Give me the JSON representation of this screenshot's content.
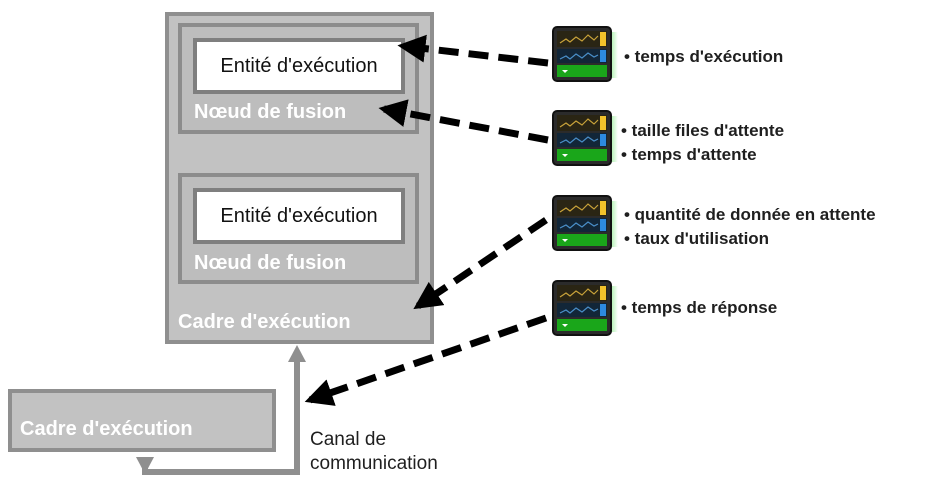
{
  "frames": {
    "main_label": "Cadre d'exécution",
    "secondary_label": "Cadre d'exécution"
  },
  "nodes": [
    {
      "label": "Nœud de fusion",
      "entity": "Entité d'exécution"
    },
    {
      "label": "Nœud de fusion",
      "entity": "Entité d'exécution"
    }
  ],
  "channel": {
    "line1": "Canal de",
    "line2": "communication"
  },
  "monitors": [
    {
      "icon": "system-monitor-icon",
      "metrics": [
        "• temps d'exécution"
      ]
    },
    {
      "icon": "system-monitor-icon",
      "metrics": [
        "• taille files d'attente",
        "• temps d'attente"
      ]
    },
    {
      "icon": "system-monitor-icon",
      "metrics": [
        "• quantité de donnée en attente",
        "• taux d'utilisation"
      ]
    },
    {
      "icon": "system-monitor-icon",
      "metrics": [
        "• temps de réponse"
      ]
    }
  ],
  "colors": {
    "frame_fill": "#c2c2c2",
    "frame_border": "#8f8f8f",
    "arrow": "#000000",
    "channel_line": "#8f8f8f",
    "glow": "#33dd33"
  }
}
